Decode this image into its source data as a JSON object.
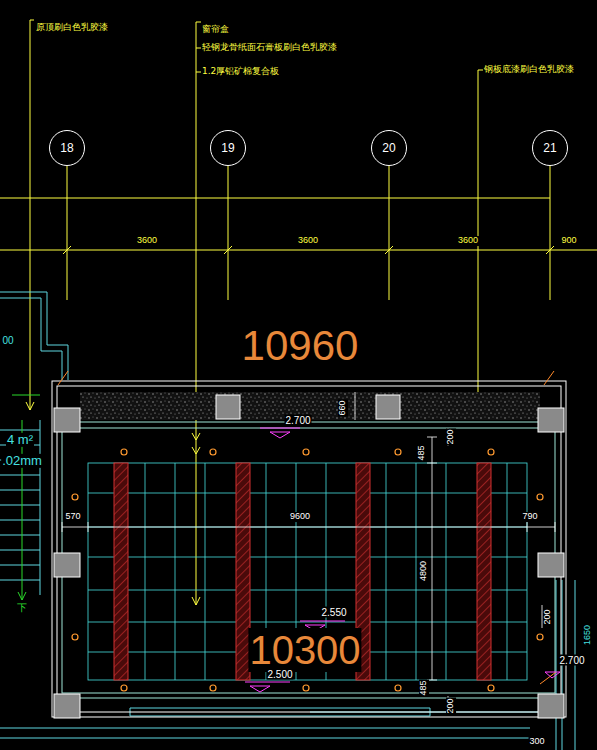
{
  "diagram": {
    "nodes": [
      {
        "text": [
          "18"
        ]
      },
      {
        "text": [
          "19"
        ]
      },
      {
        "text": [
          "20"
        ]
      },
      {
        "text": [
          "21"
        ]
      }
    ],
    "labels": [
      "原顶刷白色乳胶漆",
      "窗帘盒",
      "轻钢龙骨纸面石膏板刷白色乳胶漆",
      "1.2厚铝矿棉复合板",
      "钢板底漆刷白色乳胶漆",
      "3600",
      "3600",
      "3600",
      "900",
      "10960",
      "660",
      "2.700",
      "200",
      "485",
      "570",
      "9600",
      "790",
      "4800",
      "2.550",
      "10300",
      "2.500",
      "485",
      "200",
      "200",
      "2.700",
      "1650",
      "00",
      "4 m²",
      ".02mm",
      "下",
      "300"
    ]
  }
}
